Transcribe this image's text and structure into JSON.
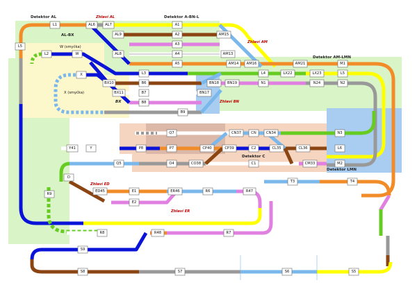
{
  "zones": {
    "detektor_al": "Detektor AL",
    "detektor_abnl": "Detektor A-BN-L",
    "detektor_amlmn": "Detektor AM-LMN",
    "detektor_c": "Detektor C",
    "detektor_lmn": "Detektor LMN",
    "al_bx": "AL-BX",
    "w_loop": "W (smyčka)",
    "x_loop": "X (smyčka)",
    "bx": "BX"
  },
  "throats": {
    "zhlavi_al": "Zhlaví AL",
    "zhlavi_am": "Zhlaví AM",
    "zhlavi_bn": "Zhlaví BN",
    "zhlavi_ed": "Zhlaví ED",
    "zhlavi_er": "Zhlaví ER"
  },
  "colors": {
    "orange": "#f28c28",
    "yellow": "#ffff00",
    "blue": "#0a14d8",
    "lightblue": "#7ab8ec",
    "brown": "#8b4513",
    "pink": "#e080e0",
    "green": "#66cc22",
    "gray": "#999999",
    "zone_green": "#d9f5c8",
    "zone_yellow": "#fdf8cc",
    "zone_blue": "#a8cdf0",
    "zone_peach": "#f5d5c0"
  },
  "blocks": {
    "L1": "L1",
    "AL6": "AL6",
    "AL7": "AL7",
    "AL9": "AL9",
    "AL8": "AL8",
    "L5L": "L5",
    "L2": "L2",
    "W": "W",
    "X": "X",
    "A1": "A1",
    "A2": "A2",
    "A3": "A3",
    "A4": "A4",
    "A5": "A5",
    "AM15": "AM15",
    "AM13": "AM13",
    "AM14": "AM14",
    "AM16": "AM16",
    "L3": "L3",
    "BX10": "BX10",
    "B6": "B6",
    "BX11": "BX11",
    "B7": "B7",
    "B8": "B8",
    "B9": "B9",
    "BN17": "BN17",
    "BN18": "BN18",
    "BN19": "BN19",
    "L4": "L4",
    "LX22": "LX22",
    "AM21": "AM21",
    "LX23": "LX23",
    "N1": "N1",
    "N24": "N24",
    "M1": "M1",
    "L5R": "L5",
    "N2": "N2",
    "Q7": "Q7",
    "CN37": "CN37",
    "CN": "CN",
    "CN34": "CN34",
    "N3": "N3",
    "Y41": "Y41",
    "Y": "Y",
    "P8": "P8",
    "P7": "P7",
    "CP40": "CP40",
    "CP39": "CP39",
    "C2": "C2",
    "CL35": "CL35",
    "CL36": "CL36",
    "L6": "L6",
    "Q5": "Q5",
    "O4": "O4",
    "CO38": "CO38",
    "C1": "C1",
    "CM33": "CM33",
    "M2": "M2",
    "D": "D",
    "ED45": "ED45",
    "E1": "E1",
    "ER46": "ER46",
    "R6": "R6",
    "R47": "R47",
    "E2": "E2",
    "T3": "T3",
    "T4": "T4",
    "R9": "R9",
    "R8": "R8",
    "R48": "R48",
    "R7": "R7",
    "S9": "S9",
    "S8": "S8",
    "S7": "S7",
    "S6": "S6",
    "S5": "S5"
  }
}
